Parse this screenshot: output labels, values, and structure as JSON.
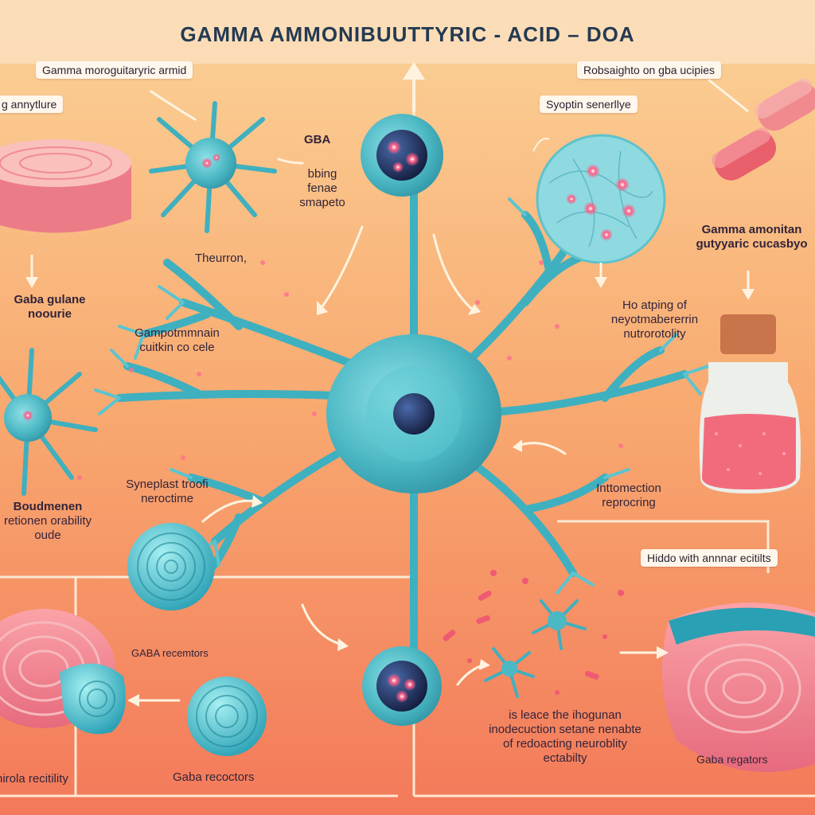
{
  "title": "GAMMA AMMONIBUUTTYRIC - ACID – DOA",
  "labels": {
    "top_left_box": "Gamma moroguitaryric armid",
    "left_box": "g annytlure",
    "top_right_box": "Robsaighto on gba ucipies",
    "synoptic": "Syoptin senerllye",
    "gba": "GBA",
    "being": "bbing",
    "being2": "fenae",
    "being3": "smapeto",
    "theurron": "Theurron,",
    "gaba_guane": "Gaba gulane",
    "gaba_guane2": "noourie",
    "gampotm": "Gampotmmnain",
    "gampotm2": "cuitkin co cele",
    "gamma_right": "Gamma amonitan",
    "gamma_right2": "gutyyaric cucasbyo",
    "ho_atping": "Ho atping of",
    "ho_atping2": "neyotmabererrin",
    "ho_atping3": "nutrorotolity",
    "synaptic": "Syneplast troofi",
    "synaptic2": "neroctime",
    "boudmenen": "Boudmenen",
    "boudmenen2": "retionen orability",
    "boudmenen3": "oude",
    "intto": "Inttomection",
    "intto2": "reprocring",
    "hiddo_box": "Hiddo with annnar ecitilts",
    "gaba_receptors_small": "GABA recemtors",
    "gaba_receptors_bottom": "Gaba recoctors",
    "bottom_left": "nirola recitility",
    "bottom_center": "is leace the ihogunan",
    "bottom_center2": "inodecuction setane nenabte",
    "bottom_center3": "of redoacting neuroblity",
    "bottom_center4": "ectabilty",
    "gaba_regulators": "Gaba regators"
  },
  "colors": {
    "bg_top": "#f9c07e",
    "bg_bottom": "#f58a5e",
    "neuron": "#4cb8c4",
    "neuron_dark": "#2d8fa0",
    "nucleus": "#1f2d5c",
    "tissue": "#f58c9a",
    "pill": "#ee6c76",
    "arrow": "#fff3e0"
  }
}
